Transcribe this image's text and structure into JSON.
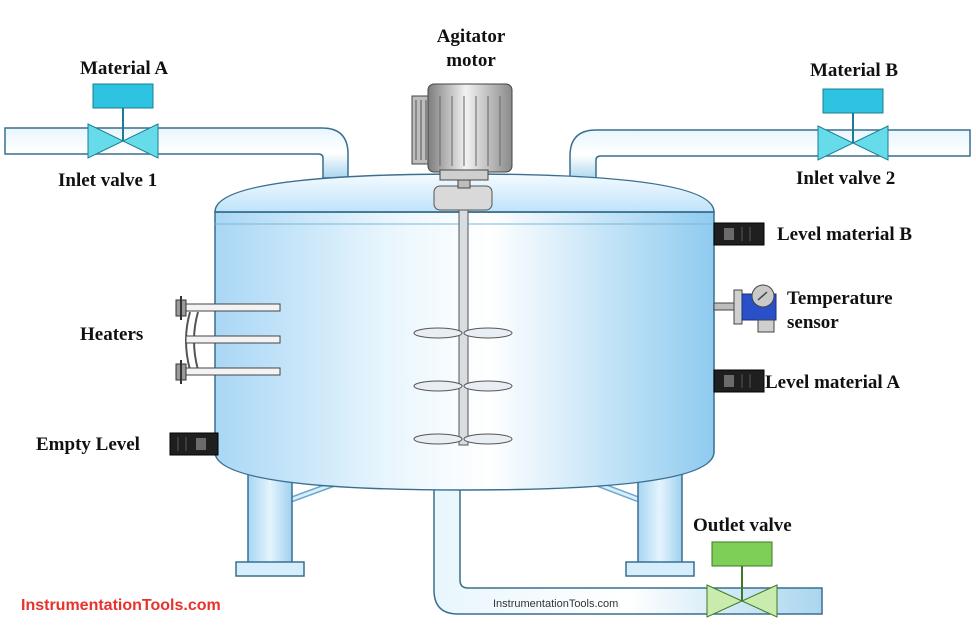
{
  "labels": {
    "material_a": "Material A",
    "material_b": "Material B",
    "agitator_motor_line1": "Agitator",
    "agitator_motor_line2": "motor",
    "inlet_valve_1": "Inlet valve 1",
    "inlet_valve_2": "Inlet valve 2",
    "level_material_b": "Level material B",
    "temperature_sensor_line1": "Temperature",
    "temperature_sensor_line2": "sensor",
    "level_material_a": "Level material A",
    "heaters": "Heaters",
    "empty_level": "Empty Level",
    "outlet_valve": "Outlet valve"
  },
  "watermarks": {
    "main": "InstrumentationTools.com",
    "small": "InstrumentationTools.com"
  },
  "colors": {
    "pipe": "#cfeaf8",
    "pipe_edge": "#3a6f8f",
    "tank_body": "#bfe3fa",
    "inlet_valve": "#66dcea",
    "inlet_actuator": "#2ec3e0",
    "outlet_valve": "#c9ecae",
    "outlet_actuator": "#7dcf58",
    "sensor": "#222222",
    "watermark": "#e8322b"
  }
}
